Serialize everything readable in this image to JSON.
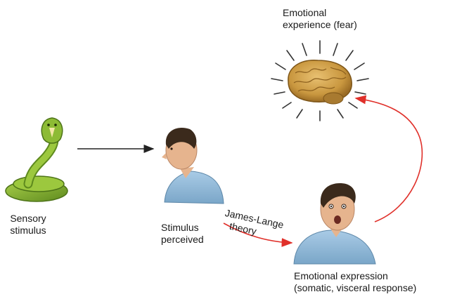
{
  "labels": {
    "sensory_stimulus": [
      "Sensory",
      "stimulus"
    ],
    "stimulus_perceived": [
      "Stimulus",
      "perceived"
    ],
    "theory": [
      "James-Lange",
      "theory"
    ],
    "emotional_experience": [
      "Emotional",
      "experience (fear)"
    ],
    "emotional_expression": [
      "Emotional expression",
      "(somatic, visceral response)"
    ]
  },
  "colors": {
    "arrow_black": "#222222",
    "arrow_red": "#e0302a",
    "snake_green": "#7fae2e",
    "brain_tan": "#c9973f",
    "shirt_blue": "#8fb8d8",
    "skin": "#e6b48e",
    "hair": "#3b2a1c"
  },
  "icons": [
    "snake-illustration",
    "calm-man-illustration",
    "brain-illustration",
    "frightened-man-illustration"
  ]
}
